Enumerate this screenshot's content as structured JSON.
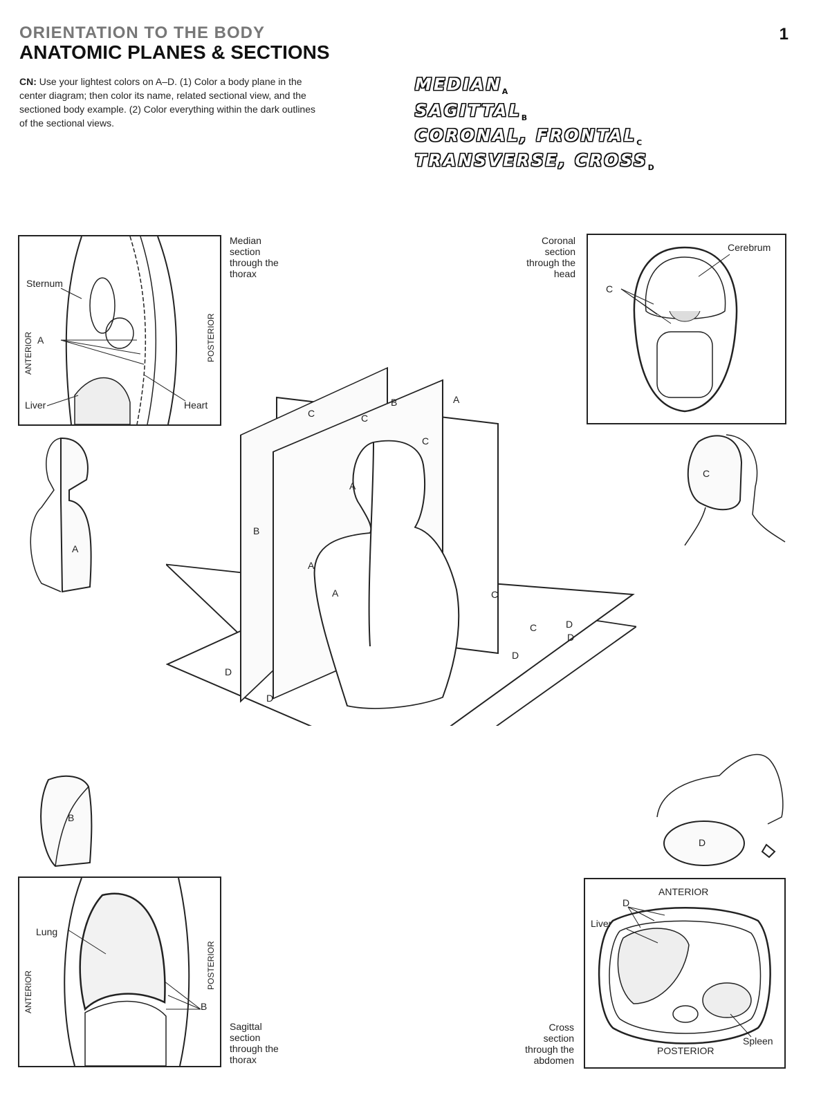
{
  "header": {
    "section": "ORIENTATION TO THE BODY",
    "title": "ANATOMIC PLANES & SECTIONS",
    "page_number": "1"
  },
  "instructions": {
    "prefix": "CN:",
    "text": "Use your lightest colors on A–D. (1) Color a body plane in the center diagram; then color its name, related sectional view, and the sectioned body example. (2) Color everything within the dark outlines of the sectional views."
  },
  "terms": [
    {
      "name": "MEDIAN",
      "letter": "A"
    },
    {
      "name": "SAGITTAL",
      "letter": "B"
    },
    {
      "name": "CORONAL, FRONTAL",
      "letter": "C"
    },
    {
      "name": "TRANSVERSE, CROSS",
      "letter": "D"
    }
  ],
  "panels": {
    "median": {
      "caption": [
        "Median",
        "section",
        "through the",
        "thorax"
      ],
      "labels": {
        "sternum": "Sternum",
        "a": "A",
        "liver": "Liver",
        "heart": "Heart",
        "anterior": "ANTERIOR",
        "posterior": "POSTERIOR"
      }
    },
    "coronal": {
      "caption": [
        "Coronal",
        "section",
        "through the",
        "head"
      ],
      "labels": {
        "cerebrum": "Cerebrum",
        "c": "C"
      }
    },
    "sagittal": {
      "caption": [
        "Sagittal",
        "section",
        "through the",
        "thorax"
      ],
      "labels": {
        "lung": "Lung",
        "b": "B",
        "anterior": "ANTERIOR",
        "posterior": "POSTERIOR"
      }
    },
    "cross": {
      "caption": [
        "Cross",
        "section",
        "through the",
        "abdomen"
      ],
      "labels": {
        "anterior": "ANTERIOR",
        "posterior": "POSTERIOR",
        "liver": "Liver",
        "spleen": "Spleen",
        "d": "D"
      }
    }
  },
  "body_examples": {
    "median": "A",
    "coronal": "C",
    "sagittal": "B",
    "cross": "D"
  },
  "center_letters": [
    "C",
    "B",
    "A",
    "C",
    "C",
    "A",
    "A",
    "A",
    "B",
    "C",
    "C",
    "D",
    "D",
    "D",
    "D",
    "D"
  ]
}
